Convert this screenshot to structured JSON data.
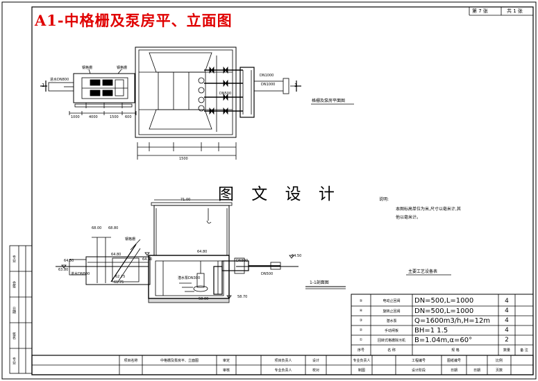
{
  "header": {
    "title": "A1-中格栅及泵房平、立面图",
    "sheet_no": "第 7 张",
    "sheet_total": "共 1 张"
  },
  "watermark": "图 文 设 计",
  "plan": {
    "title": "格栅及泵房平面图",
    "section_mark_left": "1",
    "section_mark_right": "1",
    "pipe_in": "进水DN800",
    "pipe_out": "DN1000",
    "pipe_out_2": "DN1000",
    "pipe_mid": "DN500",
    "equip_1": "钢格栅",
    "equip_2": "钢格栅",
    "dims": [
      "1000",
      "4000",
      "1500",
      "600",
      "1500"
    ]
  },
  "section": {
    "title": "1-1剖面图",
    "elevations": [
      "71.00",
      "68.00",
      "68.80",
      "64.80",
      "64.80",
      "64.50",
      "64.50",
      "63.80",
      "64.50",
      "58.70",
      "62.75",
      "58.00",
      "61.75"
    ],
    "labels": [
      "进水DN800",
      "DN800",
      "DN500",
      "钢格栅",
      "潜水泵DN300"
    ]
  },
  "notes": {
    "heading": "说明:",
    "lines": [
      "本图标高单位为米,尺寸以毫米计,其",
      "他以毫米计。"
    ]
  },
  "equipment_table": {
    "title": "主要工艺设备表",
    "rows": [
      {
        "no": "⑤",
        "name": "电动止回阀",
        "spec": "DN=500,L=1000",
        "qty": "4"
      },
      {
        "no": "④",
        "name": "旋转止回阀",
        "spec": "DN=500,L=1000",
        "qty": "4"
      },
      {
        "no": "③",
        "name": "潜水泵",
        "spec": "Q=1600m3/h,H=12m",
        "qty": "4"
      },
      {
        "no": "②",
        "name": "手动闸板",
        "spec": "BH=1 1.5",
        "qty": "4"
      },
      {
        "no": "①",
        "name": "回转式格栅除污机",
        "spec": "B=1.04m,α=60°",
        "qty": "2"
      }
    ],
    "head": {
      "no": "序号",
      "name": "名 称",
      "spec": "规 格",
      "qty": "数量",
      "remark": "备 注"
    }
  },
  "title_block": {
    "project": "项目名称",
    "drawing": "中格栅及泵房平、立面图",
    "cells": [
      "审定",
      "项目负责人",
      "设计",
      "审核",
      "专业负责人",
      "校对",
      "专业负责人",
      "制图",
      "工程编号",
      "图纸编号",
      "比例",
      "设计阶段",
      "日期",
      "日期",
      "页数"
    ]
  },
  "left_strip": [
    "专业",
    "会签",
    "日期",
    "签名",
    "专业"
  ]
}
